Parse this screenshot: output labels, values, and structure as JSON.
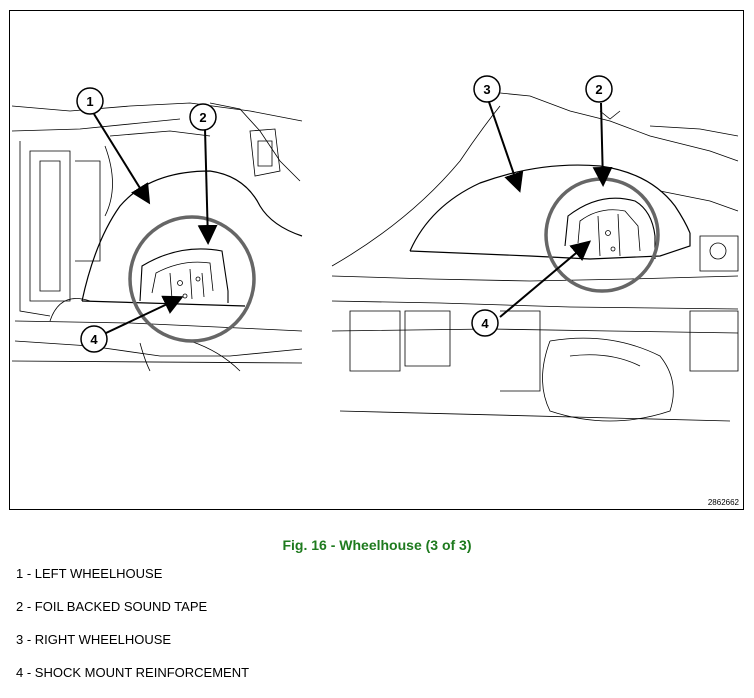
{
  "figure": {
    "id": "2862662",
    "caption": "Fig. 16 - Wheelhouse (3 of 3)",
    "callouts": {
      "left_1": "1",
      "left_2": "2",
      "left_4": "4",
      "right_3": "3",
      "right_2": "2",
      "right_4": "4"
    }
  },
  "legend": [
    "1 - LEFT WHEELHOUSE",
    "2 - FOIL BACKED SOUND TAPE",
    "3 - RIGHT WHEELHOUSE",
    "4 - SHOCK MOUNT REINFORCEMENT"
  ]
}
